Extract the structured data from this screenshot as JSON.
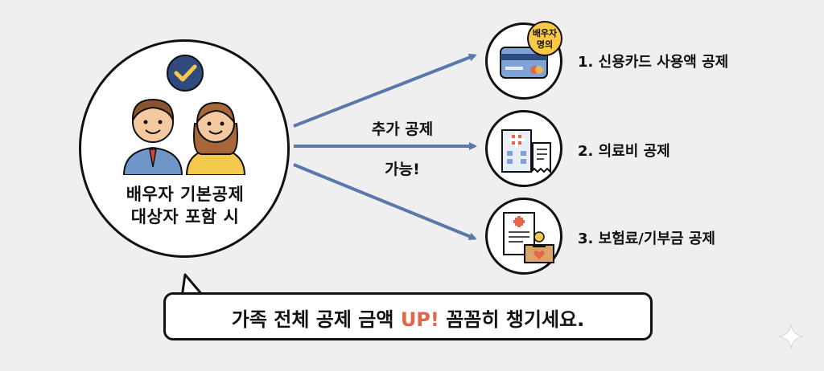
{
  "main": {
    "label_line1": "배우자 기본공제",
    "label_line2": "대상자 포함 시"
  },
  "middle": {
    "line1": "추가 공제",
    "line2": "가능!"
  },
  "items": [
    {
      "label": "1. 신용카드 사용액 공제",
      "icon": "credit-card-icon",
      "badge": {
        "line1": "배우자",
        "line2": "명의"
      }
    },
    {
      "label": "2. 의료비 공제",
      "icon": "hospital-icon"
    },
    {
      "label": "3. 보험료/기부금 공제",
      "icon": "insurance-donation-icon"
    }
  ],
  "bubble": {
    "text_before": "가족 전체 공제 금액 ",
    "highlight": "UP!",
    "text_after": " 꼼꼼히 챙기세요."
  },
  "colors": {
    "arrow": "#5b78ac",
    "highlight": "#e2674a",
    "badge": "#f9c846",
    "check_badge": "#2f4a7e"
  }
}
